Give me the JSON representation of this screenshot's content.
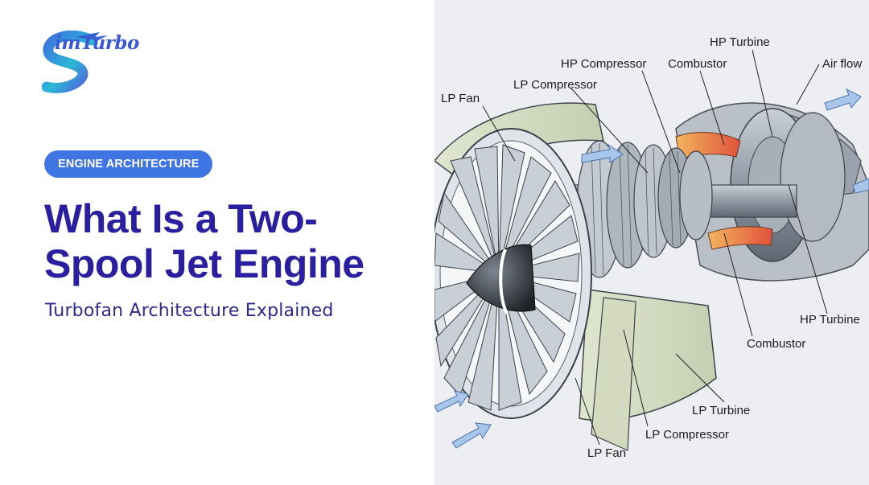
{
  "brand": {
    "wordmark": "imTurbo",
    "colors": {
      "blue": "#3f74e3",
      "teal": "#27c4cf",
      "navy": "#2a1f9e"
    }
  },
  "hero": {
    "badge": "ENGINE ARCHITECTURE",
    "title_line1": "What Is a Two-",
    "title_line2": "Spool Jet Engine",
    "subtitle": "Turbofan Architecture Explained"
  },
  "diagram": {
    "labels": {
      "hp_turbine_top": "HP Turbine",
      "hp_compressor": "HP Compressor",
      "combustor_top": "Combustor",
      "air_flow": "Air flow",
      "lp_compressor_top": "LP Compressor",
      "lp_fan_top": "LP Fan",
      "hp_turbine_right": "HP Turbine",
      "combustor_right": "Combustor",
      "lp_turbine": "LP Turbine",
      "lp_compressor_bottom": "LP Compressor",
      "lp_fan_bottom": "LP Fan"
    }
  }
}
